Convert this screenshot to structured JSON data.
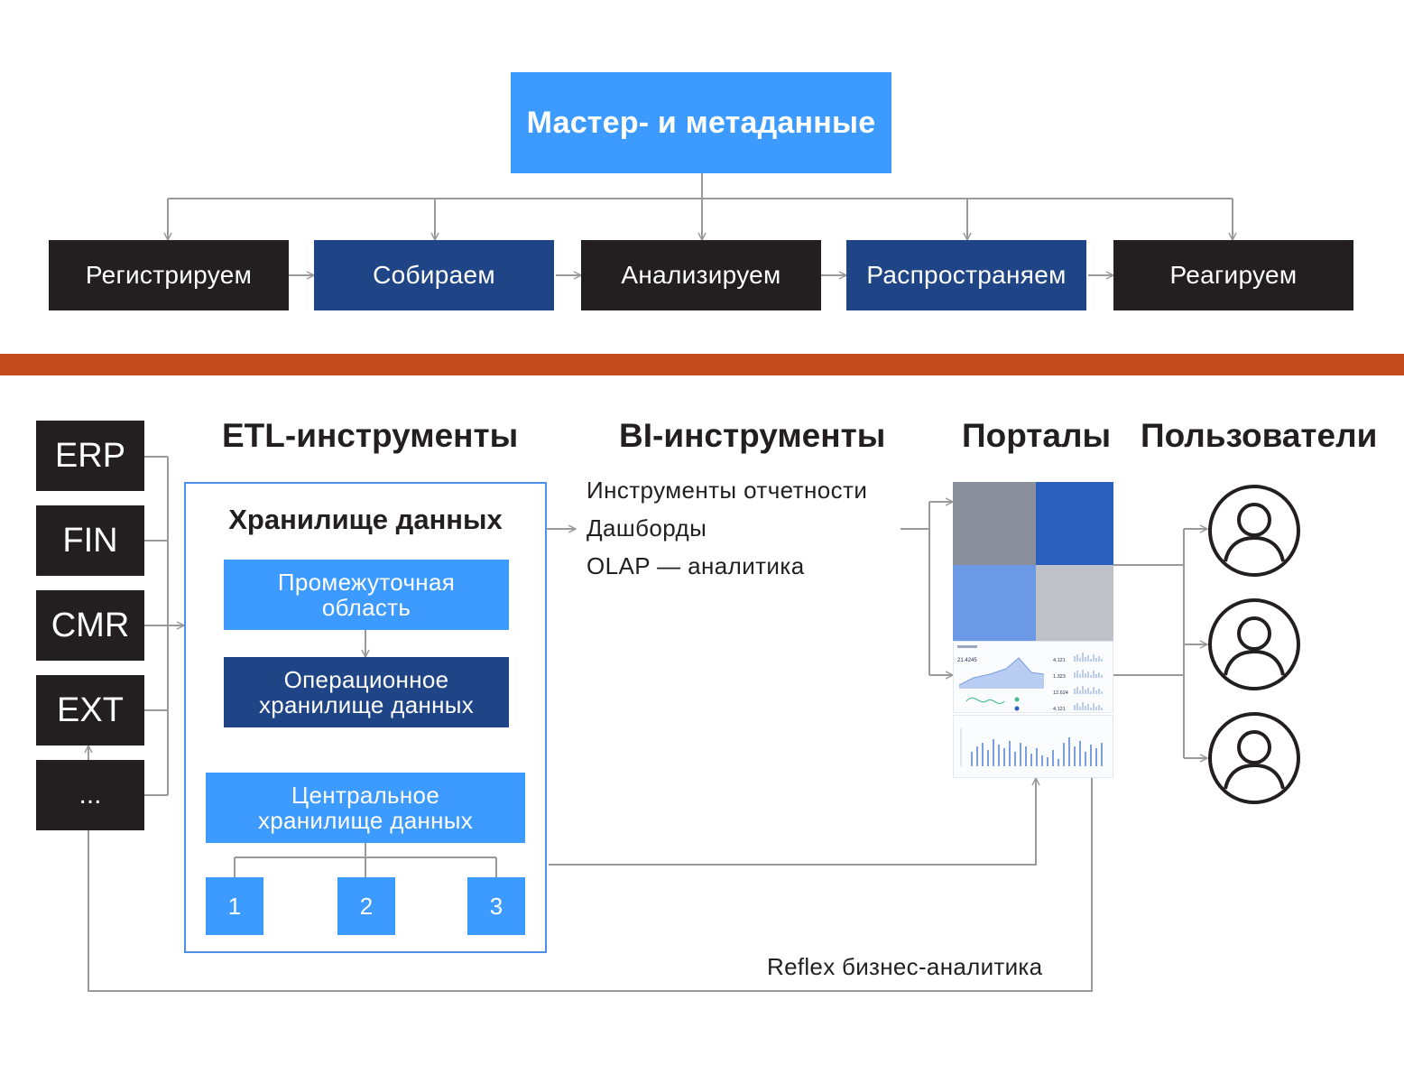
{
  "top": {
    "master_label": "Мастер- и метаданные",
    "steps": [
      "Регистрируем",
      "Собираем",
      "Анализируем",
      "Распространяем",
      "Реагируем"
    ]
  },
  "sources": [
    "ERP",
    "FIN",
    "CMR",
    "EXT",
    "..."
  ],
  "headings": {
    "etl": "ETL-инструменты",
    "bi": "BI-инструменты",
    "portals": "Порталы",
    "users": "Пользователи"
  },
  "etl": {
    "storage_title": "Хранилище данных",
    "staging": "Промежуточная область",
    "operational": "Операционное хранилище данных",
    "central": "Центральное хранилище данных",
    "marts": [
      "1",
      "2",
      "3"
    ]
  },
  "bi": {
    "items": [
      "Инструменты отчетности",
      "Дашборды",
      "OLAP — аналитика"
    ]
  },
  "portal": {
    "tile_colors": [
      "#8a8f9c",
      "#2a5fbd",
      "#6b99e6",
      "#bec2c8"
    ],
    "dashboard_values": [
      "4.121",
      "1.323",
      "12.624",
      "4.121"
    ],
    "dashboard_main_value": "21.4245"
  },
  "footer": "Reflex бизнес-аналитика",
  "colors": {
    "accent_blue": "#3d9bff",
    "navy": "#1f4587",
    "dark": "#231f20",
    "divider": "#c34a1a",
    "connector": "#9a9a9a"
  },
  "icons": [
    "user-icon",
    "user-icon",
    "user-icon"
  ]
}
